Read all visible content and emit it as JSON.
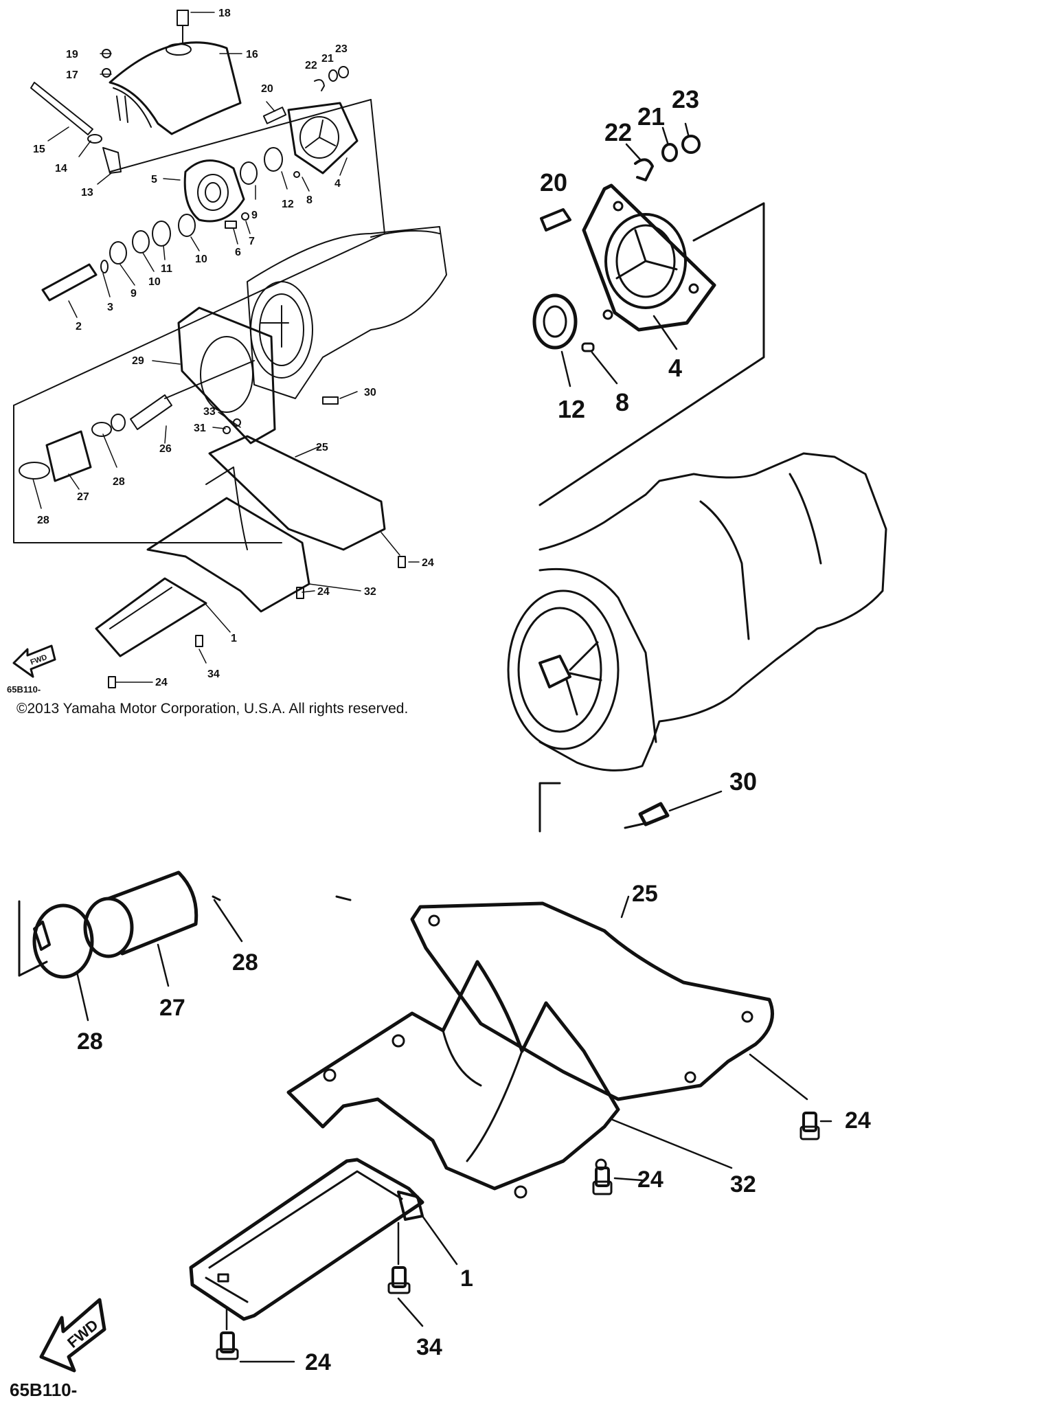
{
  "copyright": "©2013 Yamaha Motor Corporation, U.S.A. All rights reserved.",
  "diagram_code": "65B110-",
  "fwd_label": "FWD",
  "overview_callouts": {
    "n1": "1",
    "n2": "2",
    "n3": "3",
    "n4": "4",
    "n5": "5",
    "n6": "6",
    "n7": "7",
    "n8": "8",
    "n9a": "9",
    "n9b": "9",
    "n10a": "10",
    "n10b": "10",
    "n11": "11",
    "n12": "12",
    "n13": "13",
    "n14": "14",
    "n15": "15",
    "n16": "16",
    "n17": "17",
    "n18": "18",
    "n19": "19",
    "n20": "20",
    "n21": "21",
    "n22": "22",
    "n23": "23",
    "n24a": "24",
    "n24b": "24",
    "n24c": "24",
    "n25": "25",
    "n26": "26",
    "n27": "27",
    "n28a": "28",
    "n28b": "28",
    "n29": "29",
    "n30": "30",
    "n31": "31",
    "n32": "32",
    "n33": "33",
    "n34": "34"
  },
  "zoom_top_callouts": {
    "n4": "4",
    "n8": "8",
    "n12": "12",
    "n20": "20",
    "n21": "21",
    "n22": "22",
    "n23": "23",
    "n30": "30"
  },
  "zoom_bottom_callouts": {
    "n1": "1",
    "n24a": "24",
    "n24b": "24",
    "n24c": "24",
    "n25": "25",
    "n27": "27",
    "n28a": "28",
    "n28b": "28",
    "n32": "32",
    "n34": "34"
  }
}
